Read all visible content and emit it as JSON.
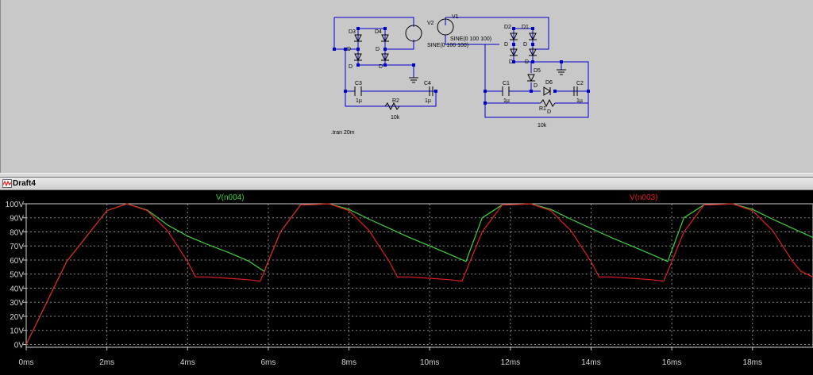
{
  "schematic": {
    "directive": ".tran 20m",
    "left_circuit": {
      "source_name": "V2",
      "source_value": "SINE(0 100 100)",
      "diodes": [
        "D3",
        "D4",
        "D",
        "D"
      ],
      "diode_small": [
        "D",
        "D"
      ],
      "cap_left": "C3",
      "cap_left_value": "1µ",
      "cap_right": "C4",
      "cap_right_value": "1µ",
      "resistor": "R2",
      "resistor_value": "10k"
    },
    "right_circuit": {
      "source_name": "V1",
      "source_value": "SINE(0 100 100)",
      "diodes": [
        "D2",
        "D1",
        "D",
        "D"
      ],
      "diode_small": [
        "D",
        "D"
      ],
      "diode_mid": "D5",
      "diode_mid_sub": "D",
      "diode_right": "D6",
      "diode_right_sub": "D",
      "cap_left": "C1",
      "cap_left_value": "1µ",
      "cap_right": "C2",
      "cap_right_value": "1µ",
      "resistor": "R1",
      "resistor_value": "10k"
    }
  },
  "window": {
    "title": "Draft4",
    "icon": "waveform-icon"
  },
  "traces": [
    {
      "name": "V(n004)",
      "color": "#3cd33c"
    },
    {
      "name": "V(n003)",
      "color": "#e01e1e"
    }
  ],
  "colors": {
    "wire": "#0000cc",
    "plot_bg": "#000000",
    "grid": "#8a8a8a"
  },
  "chart_data": {
    "type": "line",
    "x_unit": "ms",
    "xlim": [
      0,
      19.5
    ],
    "ylim": [
      -2,
      100
    ],
    "x_ticks": [
      "0ms",
      "2ms",
      "4ms",
      "6ms",
      "8ms",
      "10ms",
      "12ms",
      "14ms",
      "16ms",
      "18ms"
    ],
    "y_ticks": [
      "100V",
      "90V",
      "80V",
      "70V",
      "60V",
      "50V",
      "40V",
      "30V",
      "20V",
      "10V",
      "0V"
    ],
    "series": [
      {
        "name": "V(n004)",
        "x": [
          0,
          1,
          2,
          2.5,
          3,
          3.5,
          4,
          4.5,
          5,
          5.5,
          5.9,
          6.3,
          6.8,
          7.2,
          7.5,
          8,
          8.5,
          9,
          9.5,
          10,
          10.5,
          10.9,
          11.3,
          11.8,
          12.2,
          12.5,
          13,
          13.5,
          14,
          14.5,
          15,
          15.5,
          15.9,
          16.3,
          16.8,
          17.2,
          17.5,
          18,
          18.5,
          19,
          19.5
        ],
        "y": [
          0,
          58.8,
          95.1,
          100,
          95.5,
          85,
          77,
          71,
          65.5,
          59.5,
          52,
          80,
          99.2,
          99.5,
          100,
          96,
          89,
          82.5,
          76,
          70,
          64,
          59,
          90,
          99.2,
          99.5,
          100,
          96,
          89,
          82.5,
          76,
          70,
          64,
          59,
          90,
          99.2,
          99.5,
          100,
          96,
          89,
          82.5,
          76
        ]
      },
      {
        "name": "V(n003)",
        "x": [
          0,
          1,
          2,
          2.5,
          3,
          3.5,
          4,
          4.2,
          4.5,
          5,
          5.5,
          5.8,
          6.3,
          6.8,
          7.2,
          7.5,
          8,
          8.5,
          9,
          9.2,
          9.5,
          10,
          10.5,
          10.8,
          11.3,
          11.8,
          12.2,
          12.5,
          13,
          13.5,
          14,
          14.2,
          14.5,
          15,
          15.5,
          15.8,
          16.3,
          16.8,
          17.2,
          17.5,
          18,
          18.5,
          19,
          19.2,
          19.5
        ],
        "y": [
          0,
          58.8,
          95.1,
          100,
          95.1,
          80.9,
          58.8,
          48,
          48,
          47,
          46,
          45,
          80,
          99.2,
          99.5,
          100,
          95.1,
          80.9,
          58.8,
          48,
          48,
          47,
          46,
          45,
          80,
          99.2,
          99.5,
          100,
          95.1,
          80.9,
          58.8,
          48,
          48,
          47,
          46,
          45,
          80,
          99.2,
          99.5,
          100,
          95.1,
          80.9,
          58.8,
          52,
          48
        ]
      }
    ]
  }
}
